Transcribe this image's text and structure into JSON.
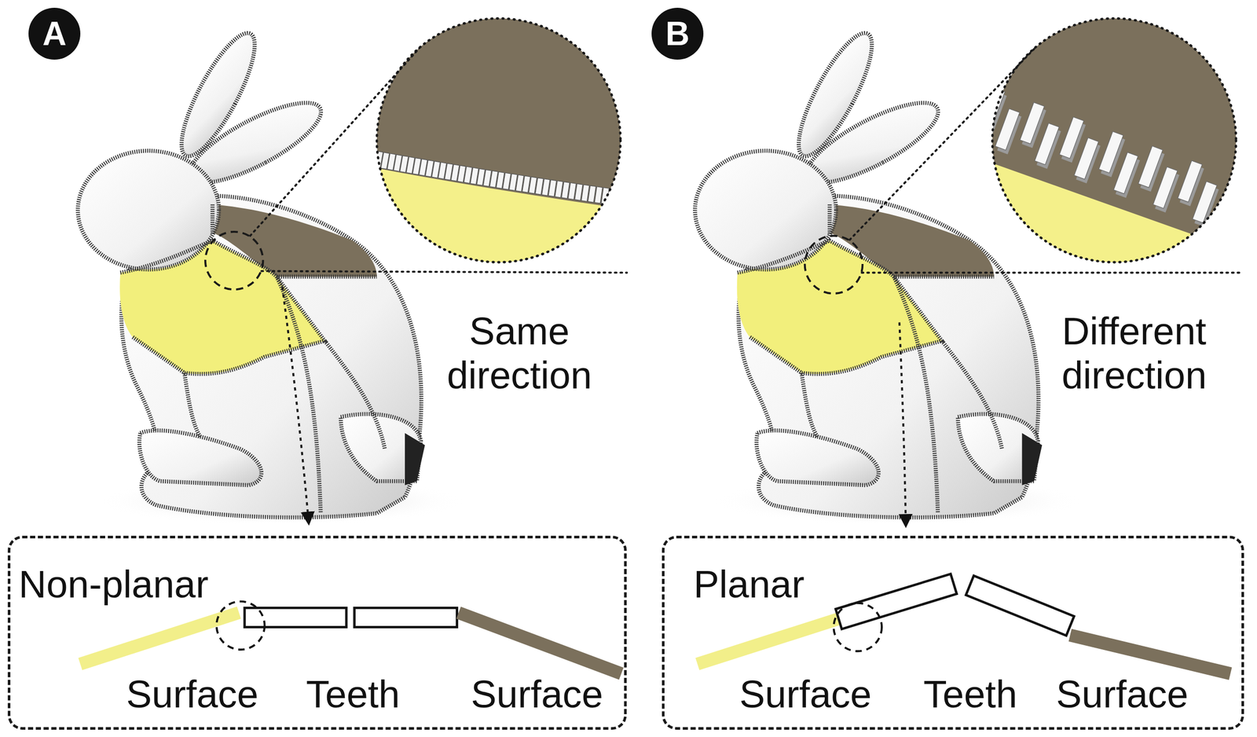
{
  "diagram": {
    "nodes": [
      {
        "text": [
          "A"
        ]
      },
      {
        "text": [
          "B"
        ]
      },
      {
        "text": [
          "Non-planar"
        ]
      },
      {
        "text": [
          "Planar"
        ]
      }
    ],
    "labels": [
      "Same direction",
      "Different direction",
      "Surface",
      "Teeth",
      "Surface",
      "Surface",
      "Teeth",
      "Surface"
    ]
  }
}
